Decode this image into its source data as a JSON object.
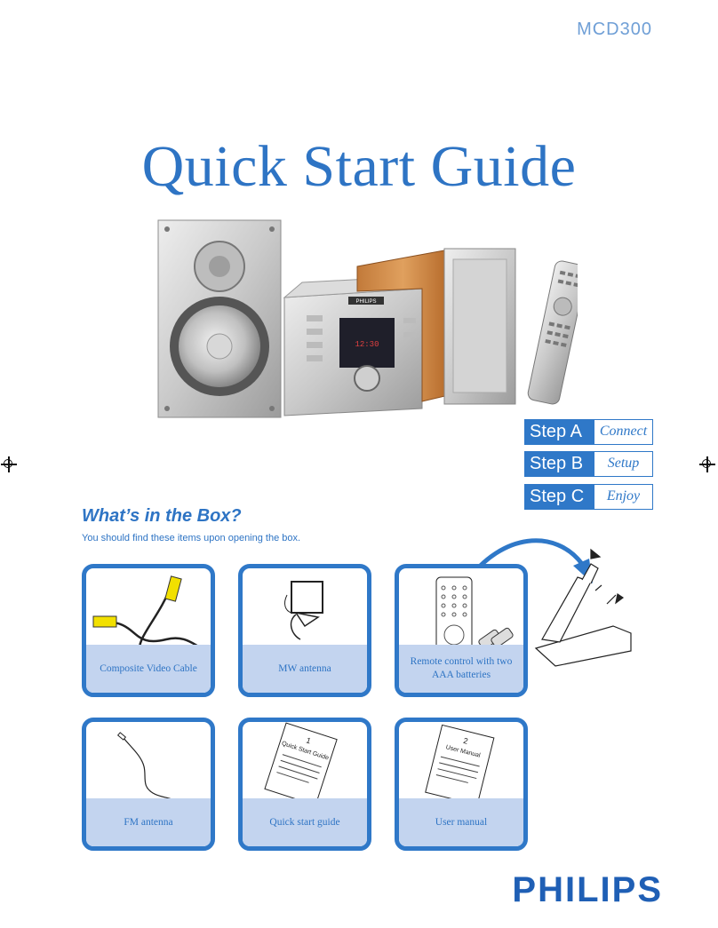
{
  "header": {
    "model": "MCD300",
    "title": "Quick Start Guide"
  },
  "steps": [
    {
      "label": "Step A",
      "action": "Connect"
    },
    {
      "label": "Step B",
      "action": "Setup"
    },
    {
      "label": "Step C",
      "action": "Enjoy"
    }
  ],
  "product": {
    "front_brand": "PHILIPS",
    "display_time": "12:30"
  },
  "box": {
    "heading": "What’s in the Box?",
    "subheading": "You should find these items upon opening the box.",
    "items": [
      {
        "caption": "Composite Video Cable",
        "icon": "video-cable-icon"
      },
      {
        "caption": "MW antenna",
        "icon": "mw-antenna-icon"
      },
      {
        "caption": "Remote control with two AAA batteries",
        "icon": "remote-batteries-icon"
      },
      {
        "caption": "FM antenna",
        "icon": "fm-antenna-icon"
      },
      {
        "caption": "Quick start guide",
        "icon": "quick-guide-booklet-icon",
        "booklet_number": "1",
        "booklet_title": "Quick Start Guide"
      },
      {
        "caption": "User manual",
        "icon": "user-manual-booklet-icon",
        "booklet_number": "2",
        "booklet_title": "User Manual"
      }
    ]
  },
  "footer": {
    "brand": "PHILIPS"
  },
  "colors": {
    "accent": "#2f78c8",
    "caption_bg": "#c3d4ef",
    "brand": "#1f5fb5"
  }
}
